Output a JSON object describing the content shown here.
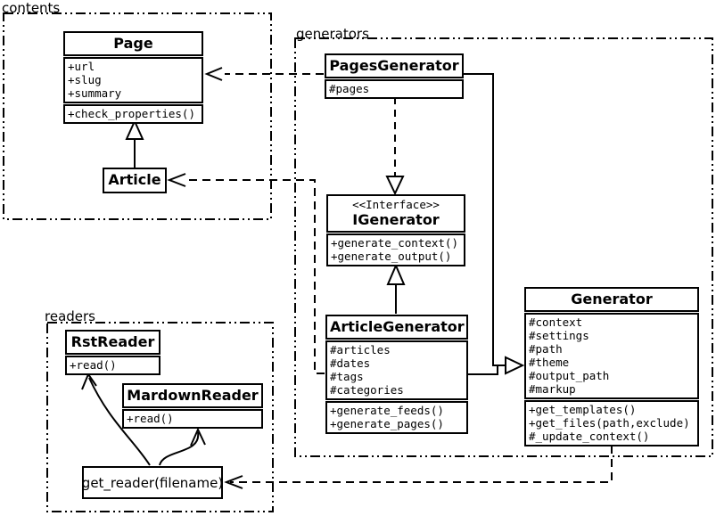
{
  "diagram": {
    "kind": "uml-class-diagram",
    "colors": {
      "line": "#000000",
      "background": "#ffffff"
    }
  },
  "packages": {
    "contents": {
      "label": "contents"
    },
    "generators": {
      "label": "generators"
    },
    "readers": {
      "label": "readers"
    }
  },
  "classes": {
    "page": {
      "name": "Page",
      "attributes": [
        "+url",
        "+slug",
        "+summary"
      ],
      "methods": [
        "+check_properties()"
      ]
    },
    "article": {
      "name": "Article"
    },
    "pages_generator": {
      "name": "PagesGenerator",
      "attributes": [
        "#pages"
      ]
    },
    "igenerator": {
      "stereotype": "<<Interface>>",
      "name": "IGenerator",
      "methods": [
        "+generate_context()",
        "+generate_output()"
      ]
    },
    "article_generator": {
      "name": "ArticleGenerator",
      "attributes": [
        "#articles",
        "#dates",
        "#tags",
        "#categories"
      ],
      "methods": [
        "+generate_feeds()",
        "+generate_pages()"
      ]
    },
    "generator": {
      "name": "Generator",
      "attributes": [
        "#context",
        "#settings",
        "#path",
        "#theme",
        "#output_path",
        "#markup"
      ],
      "methods": [
        "+get_templates()",
        "+get_files(path,exclude)",
        "#_update_context()"
      ]
    },
    "rst_reader": {
      "name": "RstReader",
      "methods": [
        "+read()"
      ]
    },
    "mardown_reader": {
      "name": "MardownReader",
      "methods": [
        "+read()"
      ]
    },
    "get_reader": {
      "label": "get_reader(filename)"
    }
  },
  "relations": [
    {
      "type": "inheritance",
      "from": "Article",
      "to": "Page"
    },
    {
      "type": "realization-dashed",
      "from": "PagesGenerator",
      "to": "IGenerator"
    },
    {
      "type": "realization-solid",
      "from": "ArticleGenerator",
      "to": "IGenerator"
    },
    {
      "type": "inheritance",
      "from": "PagesGenerator",
      "to": "Generator"
    },
    {
      "type": "inheritance",
      "from": "ArticleGenerator",
      "to": "Generator"
    },
    {
      "type": "dependency",
      "from": "PagesGenerator",
      "to": "Page"
    },
    {
      "type": "dependency",
      "from": "ArticleGenerator",
      "to": "Article"
    },
    {
      "type": "dependency",
      "from": "Generator",
      "to": "get_reader(filename)"
    },
    {
      "type": "association",
      "from": "get_reader(filename)",
      "to": "RstReader"
    },
    {
      "type": "association",
      "from": "get_reader(filename)",
      "to": "MardownReader"
    }
  ]
}
